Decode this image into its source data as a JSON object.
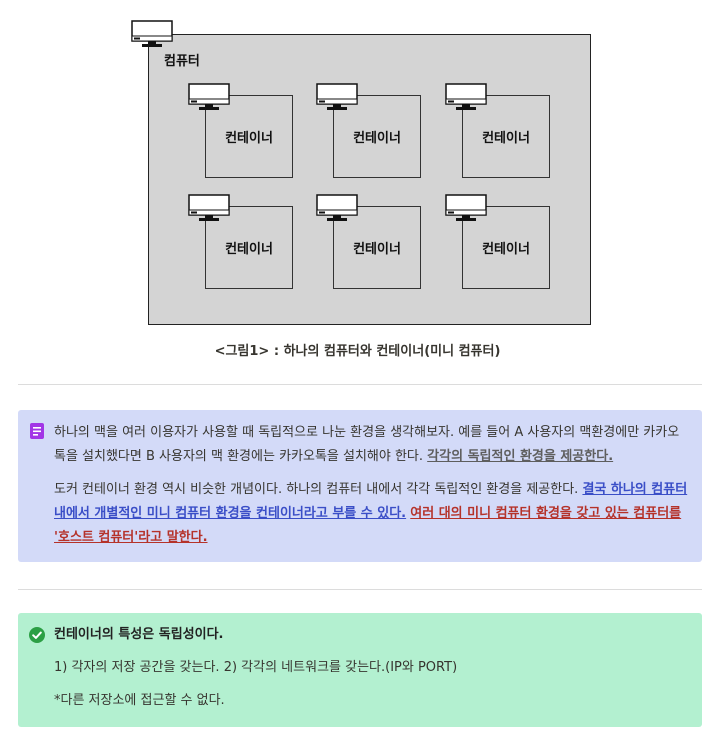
{
  "figure": {
    "host_label": "컴퓨터",
    "container_label": "컨테이너",
    "caption": "<그림1> : 하나의 컴퓨터와 컨테이너(미니 컴퓨터)"
  },
  "callout1": {
    "icon": "bookmark-icon",
    "color": "#d3daf8",
    "p1_text": "하나의 맥을 여러 이용자가 사용할 때 독립적으로 나눈 환경을 생각해보자. 예를 들어 A 사용자의 맥환경에만 카카오톡을 설치했다면 B 사용자의 맥 환경에는 카카오톡을 설치해야 한다. ",
    "p1_highlight": "각각의 독립적인 환경을 제공한다.",
    "p2_text": "도커 컨테이너 환경 역시 비슷한 개념이다. 하나의 컴퓨터 내에서 각각 독립적인 환경을 제공한다. ",
    "p2_highlight_blue": "결국 하나의 컴퓨터 내에서 개별적인 미니 컴퓨터 환경을 컨테이너라고 부를 수 있다.",
    "p2_space": " ",
    "p2_highlight_red": "여러 대의 미니 컴퓨터 환경을 갖고 있는 컴퓨터를 '호스트 컴퓨터'라고 말한다."
  },
  "callout2": {
    "icon": "check-circle-icon",
    "color": "#b3f0d0",
    "title": "컨테이너의 특성은 독립성이다.",
    "line1": "1) 각자의 저장 공간을 갖는다. 2) 각각의 네트워크를 갖는다.(IP와 PORT)",
    "line2": "*다른 저장소에 접근할 수 없다."
  }
}
